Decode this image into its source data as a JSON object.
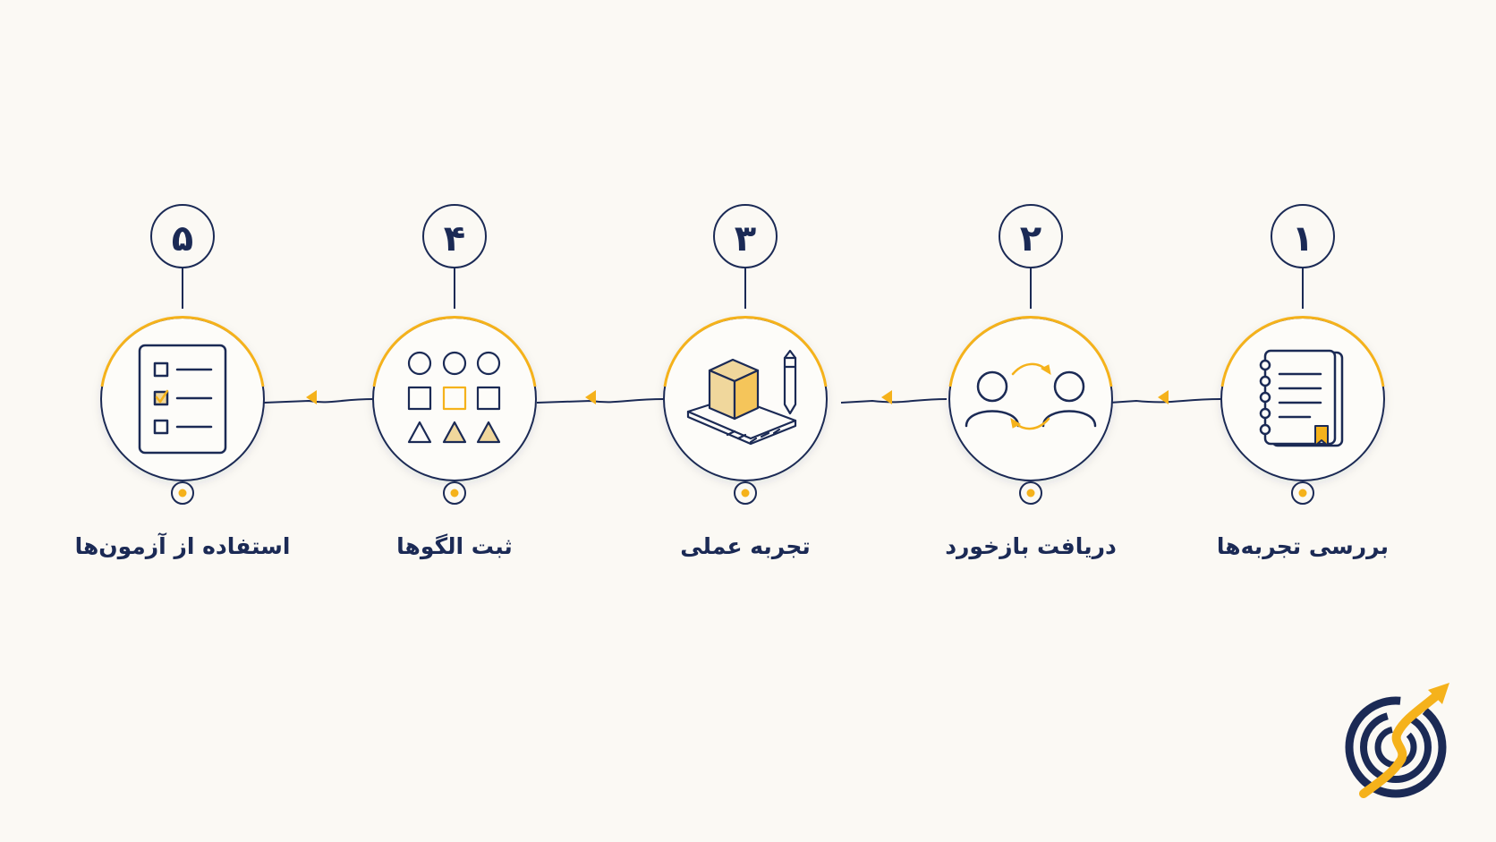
{
  "colors": {
    "background": "#fbf9f4",
    "navy": "#1b2a55",
    "accent": "#f5b21b",
    "icon_fill": "#f0d79c"
  },
  "steps": [
    {
      "number": "۱",
      "label": "بررسی تجربه‌ها",
      "icon": "notebook-icon"
    },
    {
      "number": "۲",
      "label": "دریافت بازخورد",
      "icon": "feedback-exchange-icon"
    },
    {
      "number": "۳",
      "label": "تجربه عملی",
      "icon": "cube-ruler-pencil-icon"
    },
    {
      "number": "۴",
      "label": "ثبت الگوها",
      "icon": "shape-patterns-icon"
    },
    {
      "number": "۵",
      "label": "استفاده از آزمون‌ها",
      "icon": "checklist-icon"
    }
  ],
  "logo": {
    "icon": "target-arrow-logo-icon"
  }
}
